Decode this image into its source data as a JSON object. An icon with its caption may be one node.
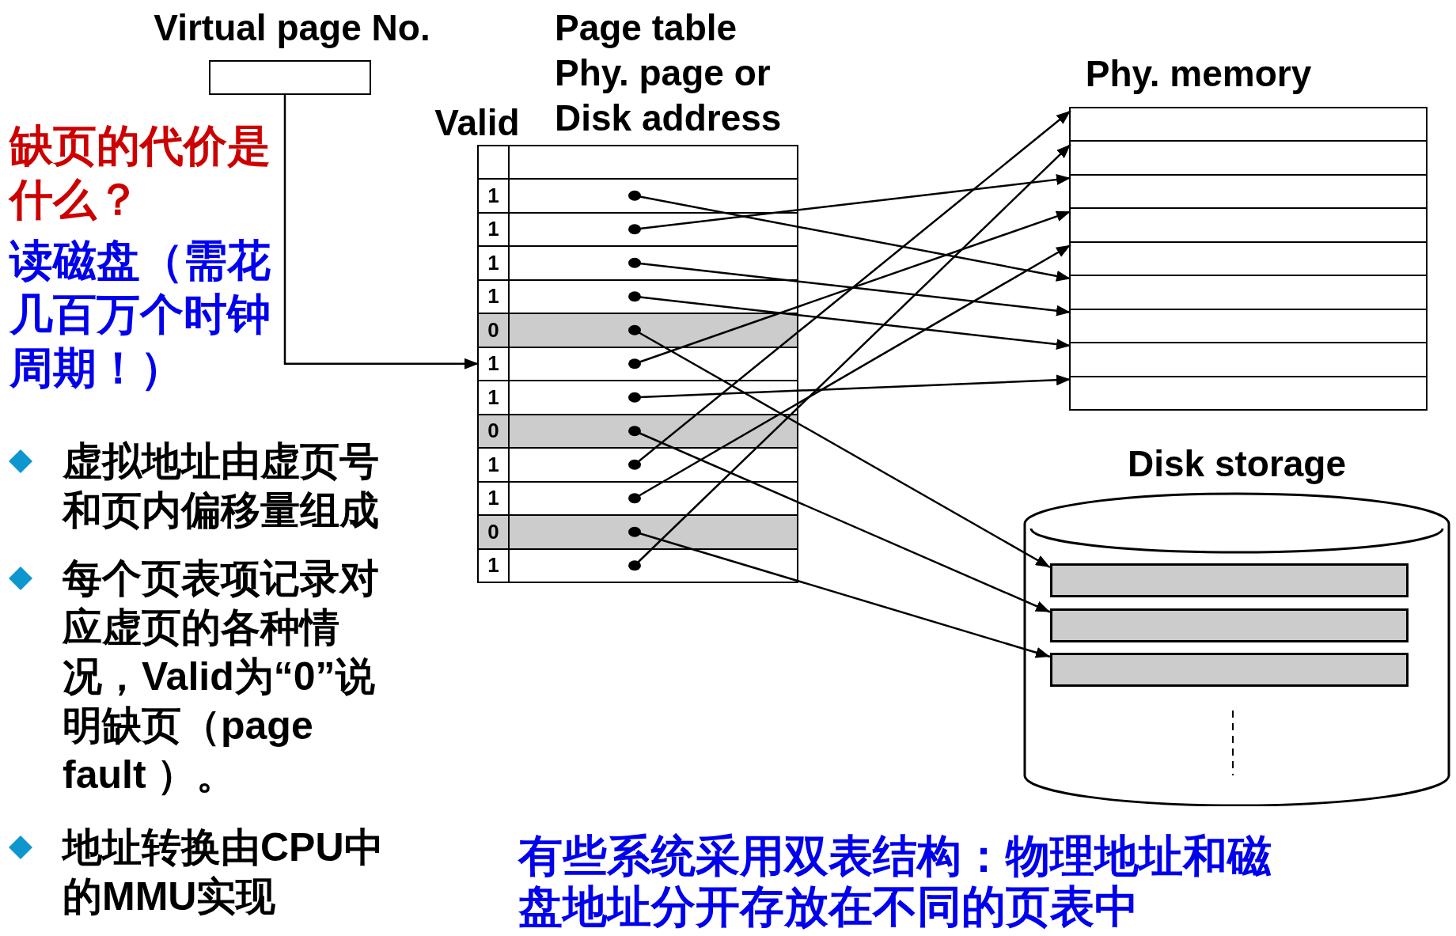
{
  "diagram": {
    "nodes": [
      {
        "text": [
          "Virtual page No."
        ]
      },
      {
        "text": [
          "Page table",
          "Valid",
          "Phy. page or Disk address"
        ]
      },
      {
        "text": [
          "1"
        ],
        "in": 1
      },
      {
        "text": [
          "1"
        ],
        "in": 1
      },
      {
        "text": [
          "1"
        ],
        "in": 1
      },
      {
        "text": [
          "1"
        ],
        "in": 1
      },
      {
        "text": [
          "0"
        ],
        "in": 1
      },
      {
        "text": [
          "1"
        ],
        "in": 1
      },
      {
        "text": [
          "1"
        ],
        "in": 1
      },
      {
        "text": [
          "0"
        ],
        "in": 1
      },
      {
        "text": [
          "1"
        ],
        "in": 1
      },
      {
        "text": [
          "1"
        ],
        "in": 1
      },
      {
        "text": [
          "0"
        ],
        "in": 1
      },
      {
        "text": [
          "1"
        ],
        "in": 1
      },
      {
        "text": [
          "Phy. memory"
        ]
      },
      {
        "text": [],
        "shape": "box",
        "in": 14
      },
      {
        "text": [],
        "shape": "box",
        "in": 14
      },
      {
        "text": [],
        "shape": "box",
        "in": 14
      },
      {
        "text": [],
        "shape": "box",
        "in": 14
      },
      {
        "text": [],
        "shape": "box",
        "in": 14
      },
      {
        "text": [],
        "shape": "box",
        "in": 14
      },
      {
        "text": [],
        "shape": "box",
        "in": 14
      },
      {
        "text": [],
        "shape": "box",
        "in": 14
      },
      {
        "text": [],
        "shape": "box",
        "in": 14
      },
      {
        "text": [
          "Disk storage"
        ]
      },
      {
        "text": [],
        "shape": "bar",
        "in": 24
      },
      {
        "text": [],
        "shape": "bar",
        "in": 24
      },
      {
        "text": [],
        "shape": "bar",
        "in": 24
      }
    ],
    "edges": [
      {
        "from": 0,
        "to": 7,
        "arrow": "to"
      },
      {
        "from": 2,
        "to": 20,
        "arrow": "to"
      },
      {
        "from": 3,
        "to": 17,
        "arrow": "to"
      },
      {
        "from": 4,
        "to": 21,
        "arrow": "to"
      },
      {
        "from": 5,
        "to": 22,
        "arrow": "to"
      },
      {
        "from": 6,
        "to": 25,
        "arrow": "to"
      },
      {
        "from": 7,
        "to": 18,
        "arrow": "to"
      },
      {
        "from": 8,
        "to": 23,
        "arrow": "to"
      },
      {
        "from": 9,
        "to": 26,
        "arrow": "to"
      },
      {
        "from": 10,
        "to": 15,
        "arrow": "to"
      },
      {
        "from": 11,
        "to": 19,
        "arrow": "to"
      },
      {
        "from": 12,
        "to": 27,
        "arrow": "to"
      },
      {
        "from": 13,
        "to": 16,
        "arrow": "to"
      }
    ],
    "labels": [
      "缺页的代价是什么？",
      "读磁盘（需花几百万个时钟周期！）",
      "虚拟地址由虚页号和页内偏移量组成",
      "每个页表项记录对应虚页的各种情况，Valid为“0”说明缺页（page fault ）。",
      "地址转换由CPU中的MMU实现",
      "有些系统采用双表结构：物理地址和磁盘地址分开存放在不同的页表中"
    ]
  }
}
